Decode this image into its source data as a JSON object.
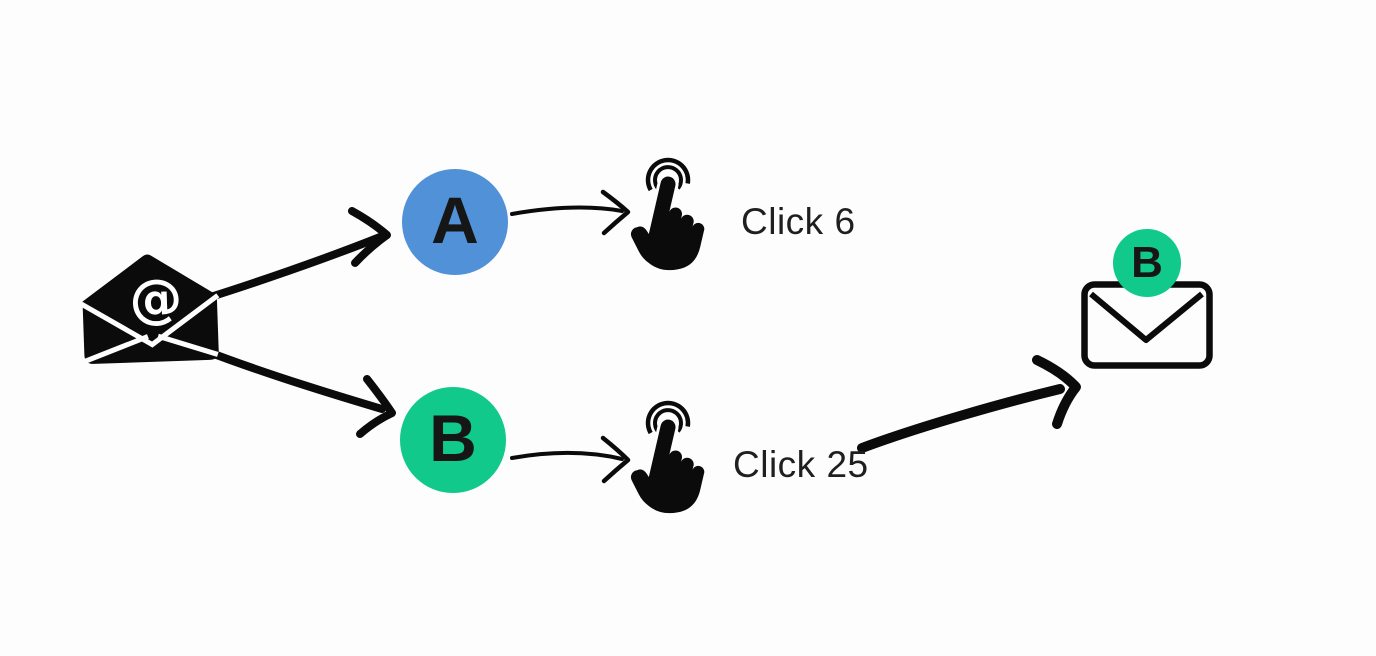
{
  "colors": {
    "background": "#fdfdfd",
    "ink": "#0b0b0b",
    "variant_a_blue": "#5191d8",
    "variant_b_green": "#10c98a",
    "label_text": "#1f1f1f"
  },
  "source": {
    "icon": "email-at-icon",
    "at_symbol": "@"
  },
  "variants": [
    {
      "label": "A",
      "icon": "tap-click-icon",
      "click_label": "Click 6"
    },
    {
      "label": "B",
      "icon": "tap-click-icon",
      "click_label": "Click 25"
    }
  ],
  "winner": {
    "icon": "envelope-outline-icon",
    "badge_label": "B"
  }
}
